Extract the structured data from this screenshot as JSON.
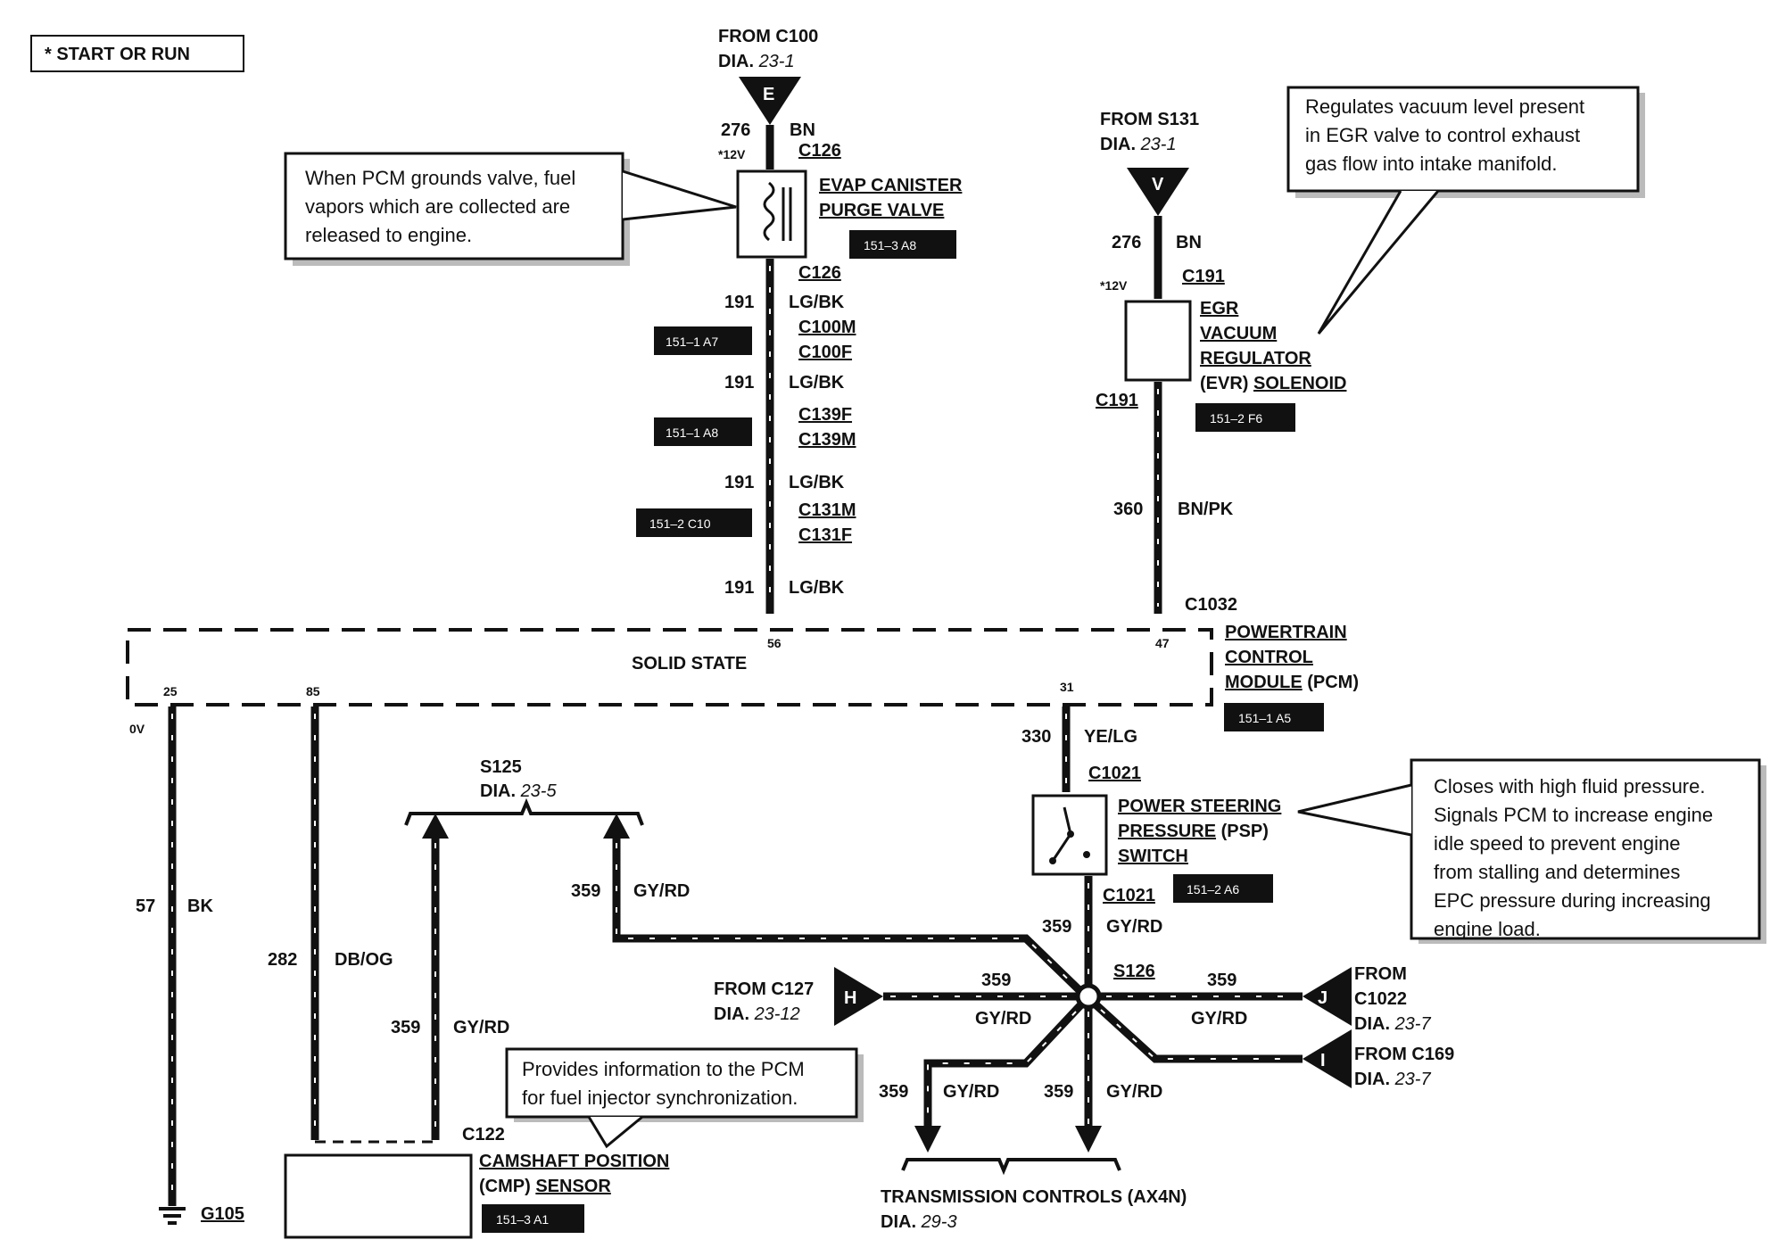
{
  "header": {
    "start_or_run": "*   START OR RUN"
  },
  "top": {
    "from_c100": "FROM C100",
    "dia_word": "DIA.",
    "dia_23_1": "23-1",
    "connector_e": "E",
    "wire_276": "276",
    "color_bn": "BN",
    "plus12v": "*12V",
    "c126": "C126",
    "evap_line1": "EVAP CANISTER",
    "evap_line2": "PURGE VALVE",
    "tag_151_3_a8": "151–3 A8",
    "note_evap": [
      "When PCM grounds valve, fuel",
      "vapors which are collected are",
      "released to engine."
    ],
    "c126b": "C126",
    "wire_191": "191",
    "color_lgbk": "LG/BK",
    "c100m": "C100M",
    "c100f": "C100F",
    "tag_151_1_a7": "151–1 A7",
    "c139f": "C139F",
    "c139m": "C139M",
    "tag_151_1_a8": "151–1 A8",
    "c131m": "C131M",
    "c131f": "C131F",
    "tag_151_2_c10": "151–2 C10"
  },
  "egr": {
    "from_s131": "FROM S131",
    "dia_23_1": "23-1",
    "connector_v": "V",
    "wire_276": "276",
    "color_bn": "BN",
    "plus12v": "*12V",
    "c191": "C191",
    "name_lines": [
      "EGR",
      "VACUUM",
      "REGULATOR"
    ],
    "name_last_a": "(EVR)",
    "name_last_b": "SOLENOID",
    "c191b": "C191",
    "tag_151_2_f6": "151–2 F6",
    "wire_360": "360",
    "color_bnpk": "BN/PK",
    "c1032": "C1032",
    "note_egr": [
      "Regulates vacuum level present",
      "in EGR valve to control exhaust",
      "gas flow into intake manifold."
    ]
  },
  "pcm": {
    "solid_state": "SOLID STATE",
    "pin_56": "56",
    "pin_47": "47",
    "pin_25": "25",
    "pin_85": "85",
    "pin_31": "31",
    "zero_v": "0V",
    "name_lines": [
      "POWERTRAIN",
      "CONTROL"
    ],
    "name_last_a": "MODULE",
    "name_last_b": "(PCM)",
    "tag_151_1_a5": "151–1 A5"
  },
  "psp": {
    "wire_330": "330",
    "color_yelg": "YE/LG",
    "c1021": "C1021",
    "name_lines": [
      "POWER STEERING"
    ],
    "name_mid_a": "PRESSURE",
    "name_mid_b": "(PSP)",
    "name_last": "SWITCH",
    "c1021b": "C1021",
    "tag_151_2_a6": "151–2 A6",
    "note_psp": [
      "Closes with high fluid pressure.",
      "Signals PCM to increase engine",
      "idle speed to prevent engine",
      "from stalling and determines",
      "EPC pressure during increasing",
      "engine load."
    ]
  },
  "ground": {
    "wire_57": "57",
    "color_bk": "BK",
    "g105": "G105"
  },
  "cmp": {
    "wire_282": "282",
    "color_dbog": "DB/OG",
    "wire_359": "359",
    "color_gyrd": "GY/RD",
    "c122": "C122",
    "name_line1": "CAMSHAFT POSITION",
    "name_a": "(CMP)",
    "name_b": "SENSOR",
    "tag_151_3_a1": "151–3 A1",
    "note_cmp": [
      "Provides information to the PCM",
      "for fuel injector synchronization."
    ]
  },
  "splice": {
    "s125": "S125",
    "dia_23_5": "23-5",
    "s126": "S126",
    "wire_359": "359",
    "color_gyrd": "GY/RD",
    "from_c127": "FROM C127",
    "dia_23_12": "23-12",
    "connector_h": "H",
    "from": "FROM",
    "c1022": "C1022",
    "dia_23_7": "23-7",
    "connector_j": "J",
    "from_c169": "FROM C169",
    "connector_i": "I",
    "trans_controls": "TRANSMISSION CONTROLS (AX4N)",
    "dia_29_3": "29-3"
  }
}
